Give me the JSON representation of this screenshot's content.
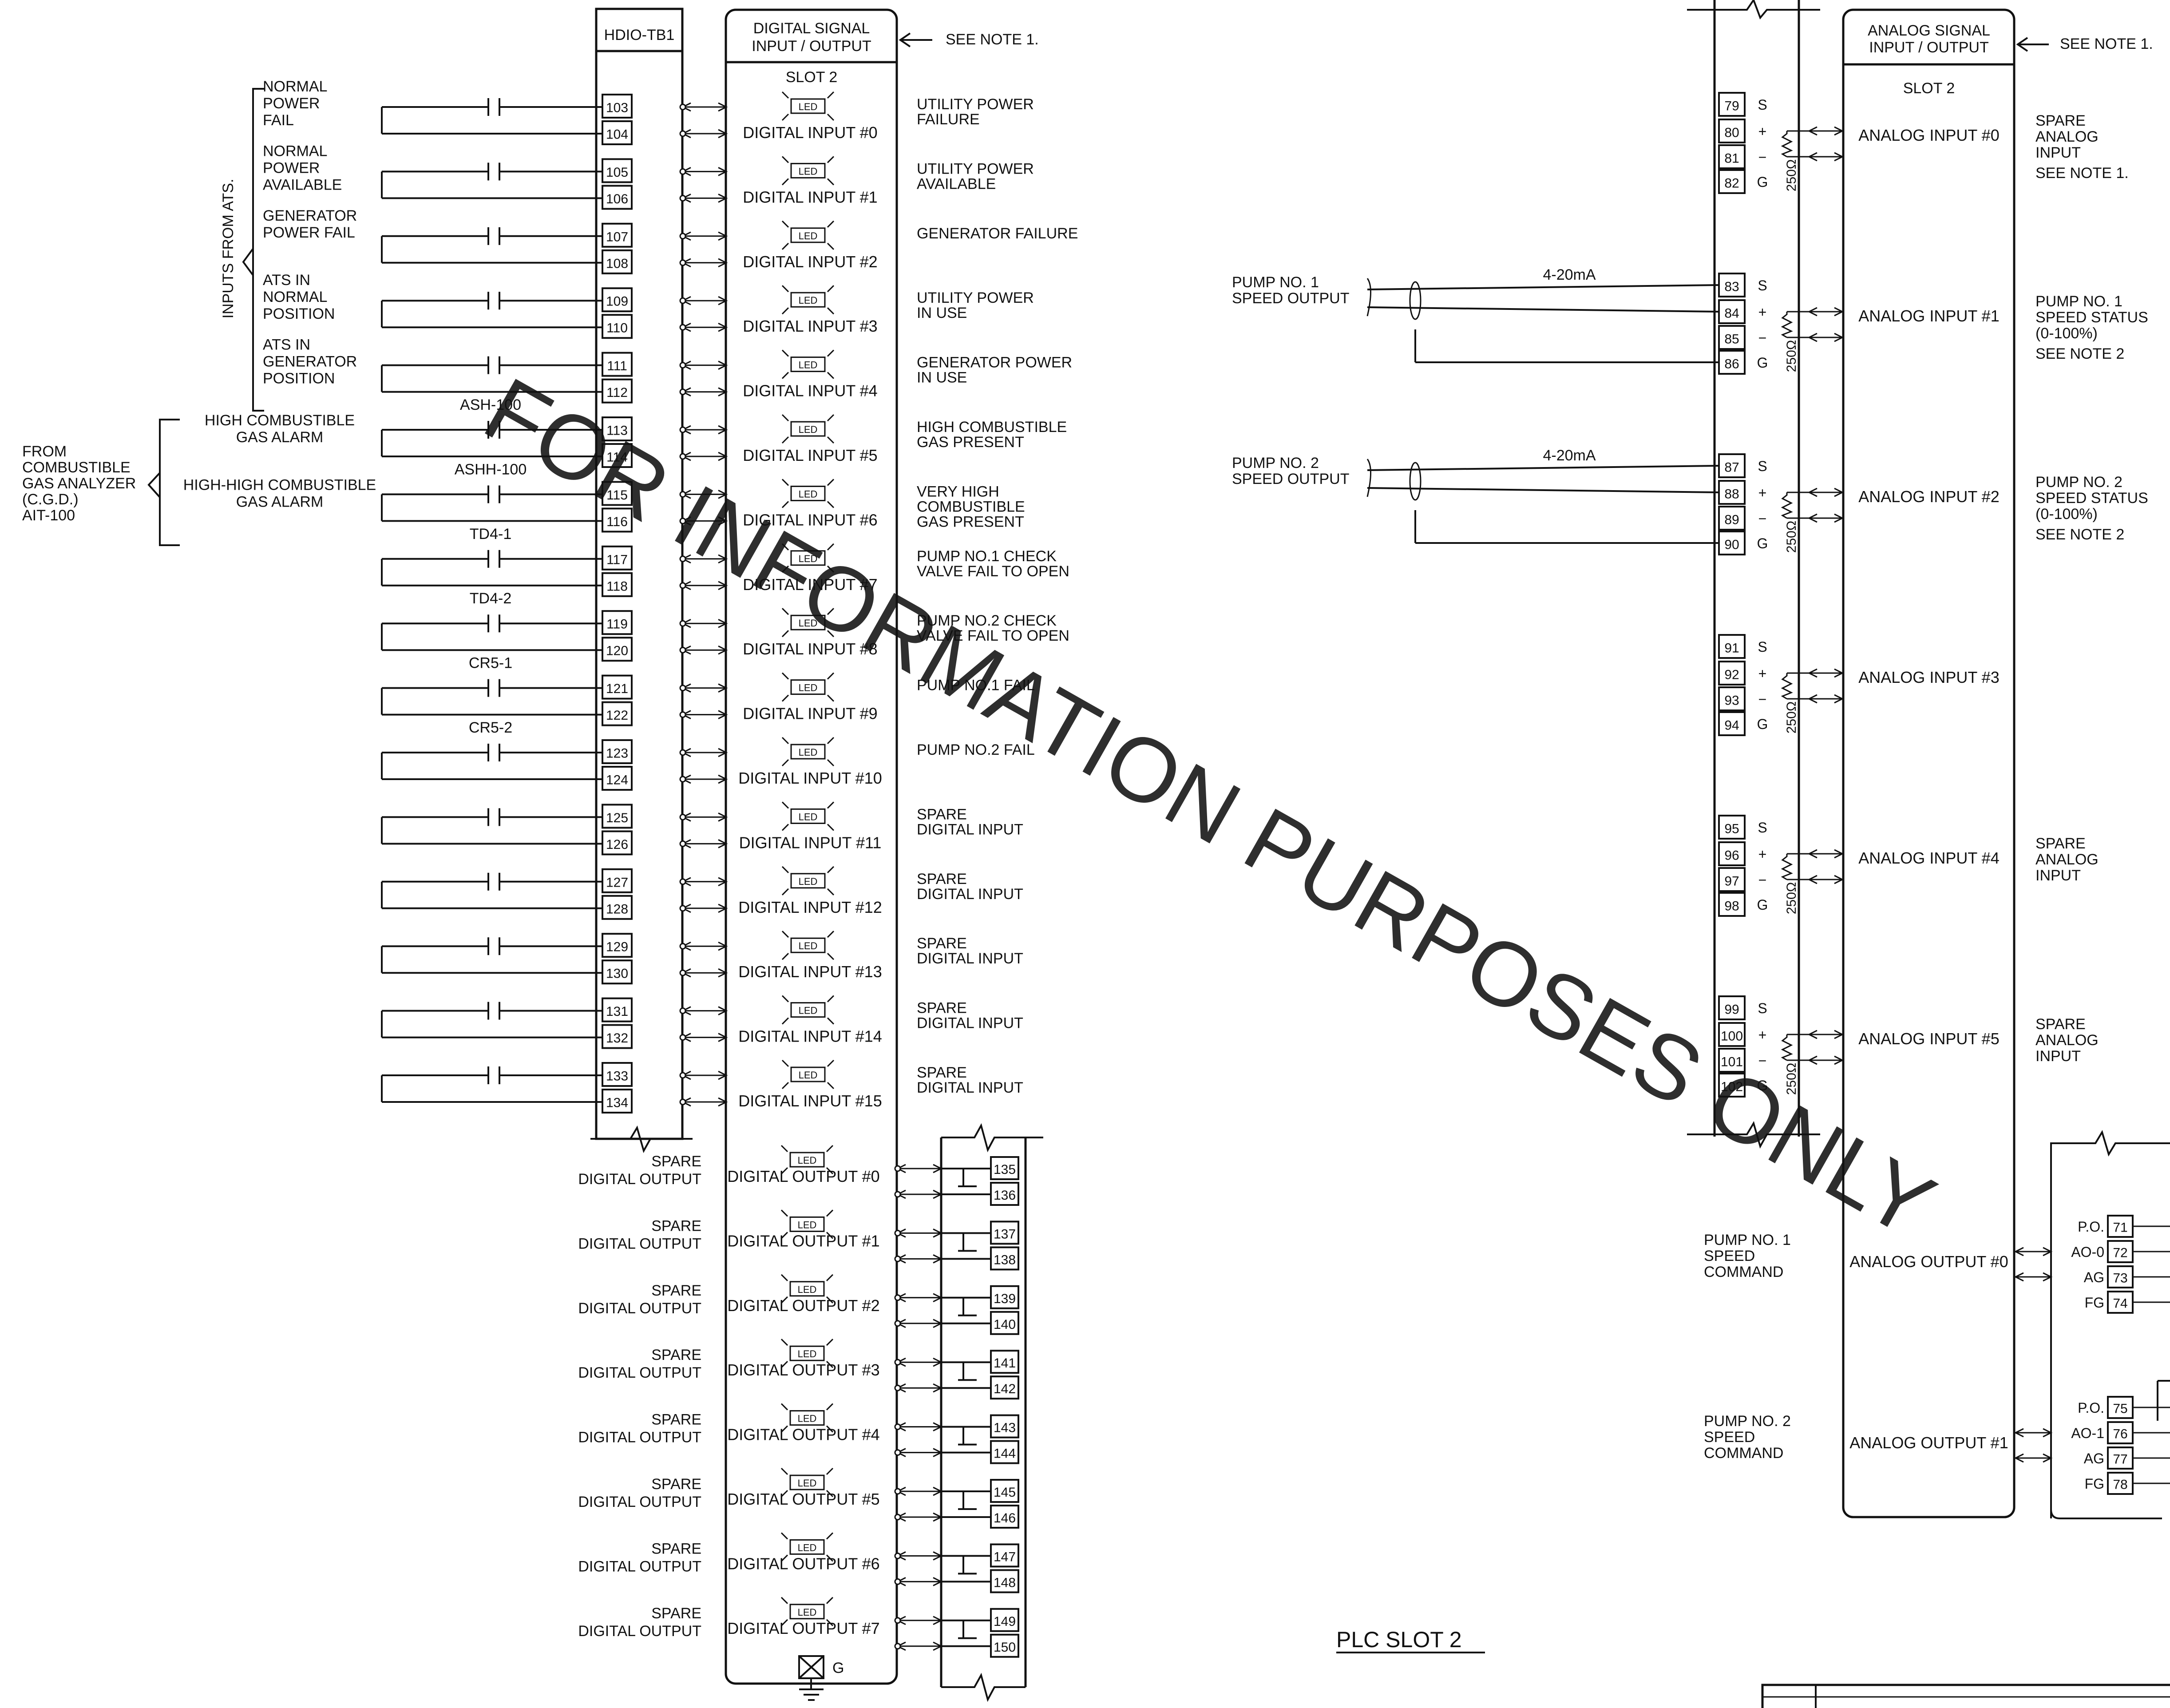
{
  "digital": {
    "terminal_block": "HDIO-TB1",
    "module_title_1": "DIGITAL SIGNAL",
    "module_title_2": "INPUT / OUTPUT",
    "note": "SEE NOTE 1.",
    "slot": "SLOT 2",
    "led_label": "LED",
    "ground_label": "G",
    "inputs_group_label": "INPUTS FROM ATS.",
    "cgd_label": [
      "FROM",
      "COMBUSTIBLE",
      "GAS ANALYZER",
      "(C.G.D.)",
      "AIT-100"
    ],
    "inputs": [
      {
        "ch": "DIGITAL INPUT #0",
        "t": [
          "103",
          "104"
        ],
        "src": [
          "NORMAL",
          "POWER",
          "FAIL"
        ],
        "tag": "",
        "desc": [
          "UTILITY POWER",
          "FAILURE"
        ]
      },
      {
        "ch": "DIGITAL INPUT #1",
        "t": [
          "105",
          "106"
        ],
        "src": [
          "NORMAL",
          "POWER",
          "AVAILABLE"
        ],
        "tag": "",
        "desc": [
          "UTILITY POWER",
          "AVAILABLE"
        ]
      },
      {
        "ch": "DIGITAL INPUT #2",
        "t": [
          "107",
          "108"
        ],
        "src": [
          "GENERATOR",
          "POWER FAIL"
        ],
        "tag": "",
        "desc": [
          "GENERATOR FAILURE"
        ]
      },
      {
        "ch": "DIGITAL INPUT #3",
        "t": [
          "109",
          "110"
        ],
        "src": [
          "ATS IN",
          "NORMAL",
          "POSITION"
        ],
        "tag": "",
        "desc": [
          "UTILITY POWER",
          "IN USE"
        ]
      },
      {
        "ch": "DIGITAL INPUT #4",
        "t": [
          "111",
          "112"
        ],
        "src": [
          "ATS IN",
          "GENERATOR",
          "POSITION"
        ],
        "tag": "",
        "desc": [
          "GENERATOR POWER",
          "IN USE"
        ]
      },
      {
        "ch": "DIGITAL INPUT #5",
        "t": [
          "113",
          "114"
        ],
        "src": [
          "HIGH COMBUSTIBLE",
          "GAS ALARM"
        ],
        "tag": "ASH-100",
        "desc": [
          "HIGH COMBUSTIBLE",
          "GAS PRESENT"
        ]
      },
      {
        "ch": "DIGITAL INPUT #6",
        "t": [
          "115",
          "116"
        ],
        "src": [
          "HIGH-HIGH COMBUSTIBLE",
          "GAS ALARM"
        ],
        "tag": "ASHH-100",
        "desc": [
          "VERY HIGH",
          "COMBUSTIBLE",
          "GAS PRESENT"
        ]
      },
      {
        "ch": "DIGITAL INPUT #7",
        "t": [
          "117",
          "118"
        ],
        "src": [],
        "tag": "TD4-1",
        "desc": [
          "PUMP NO.1 CHECK",
          "VALVE FAIL TO OPEN"
        ]
      },
      {
        "ch": "DIGITAL INPUT #8",
        "t": [
          "119",
          "120"
        ],
        "src": [],
        "tag": "TD4-2",
        "desc": [
          "PUMP NO.2 CHECK",
          "VALVE FAIL TO OPEN"
        ]
      },
      {
        "ch": "DIGITAL INPUT #9",
        "t": [
          "121",
          "122"
        ],
        "src": [],
        "tag": "CR5-1",
        "desc": [
          "PUMP NO.1 FAIL"
        ]
      },
      {
        "ch": "DIGITAL INPUT #10",
        "t": [
          "123",
          "124"
        ],
        "src": [],
        "tag": "CR5-2",
        "desc": [
          "PUMP NO.2 FAIL"
        ]
      },
      {
        "ch": "DIGITAL INPUT #11",
        "t": [
          "125",
          "126"
        ],
        "src": [],
        "tag": "",
        "desc": [
          "SPARE",
          "DIGITAL INPUT"
        ]
      },
      {
        "ch": "DIGITAL INPUT #12",
        "t": [
          "127",
          "128"
        ],
        "src": [],
        "tag": "",
        "desc": [
          "SPARE",
          "DIGITAL INPUT"
        ]
      },
      {
        "ch": "DIGITAL INPUT #13",
        "t": [
          "129",
          "130"
        ],
        "src": [],
        "tag": "",
        "desc": [
          "SPARE",
          "DIGITAL INPUT"
        ]
      },
      {
        "ch": "DIGITAL INPUT #14",
        "t": [
          "131",
          "132"
        ],
        "src": [],
        "tag": "",
        "desc": [
          "SPARE",
          "DIGITAL INPUT"
        ]
      },
      {
        "ch": "DIGITAL INPUT #15",
        "t": [
          "133",
          "134"
        ],
        "src": [],
        "tag": "",
        "desc": [
          "SPARE",
          "DIGITAL INPUT"
        ]
      }
    ],
    "outputs": [
      {
        "ch": "DIGITAL OUTPUT #0",
        "t": [
          "135",
          "136"
        ],
        "desc": [
          "SPARE",
          "DIGITAL OUTPUT"
        ]
      },
      {
        "ch": "DIGITAL OUTPUT #1",
        "t": [
          "137",
          "138"
        ],
        "desc": [
          "SPARE",
          "DIGITAL OUTPUT"
        ]
      },
      {
        "ch": "DIGITAL OUTPUT #2",
        "t": [
          "139",
          "140"
        ],
        "desc": [
          "SPARE",
          "DIGITAL OUTPUT"
        ]
      },
      {
        "ch": "DIGITAL OUTPUT #3",
        "t": [
          "141",
          "142"
        ],
        "desc": [
          "SPARE",
          "DIGITAL OUTPUT"
        ]
      },
      {
        "ch": "DIGITAL OUTPUT #4",
        "t": [
          "143",
          "144"
        ],
        "desc": [
          "SPARE",
          "DIGITAL OUTPUT"
        ]
      },
      {
        "ch": "DIGITAL OUTPUT #5",
        "t": [
          "145",
          "146"
        ],
        "desc": [
          "SPARE",
          "DIGITAL OUTPUT"
        ]
      },
      {
        "ch": "DIGITAL OUTPUT #6",
        "t": [
          "147",
          "148"
        ],
        "desc": [
          "SPARE",
          "DIGITAL OUTPUT"
        ]
      },
      {
        "ch": "DIGITAL OUTPUT #7",
        "t": [
          "149",
          "150"
        ],
        "desc": [
          "SPARE",
          "DIGITAL OUTPUT"
        ]
      }
    ]
  },
  "analog": {
    "module_title_1": "ANALOG SIGNAL",
    "module_title_2": "INPUT / OUTPUT",
    "note": "SEE NOTE 1.",
    "slot": "SLOT 2",
    "resistor": "250Ω",
    "pin_marks": [
      "S",
      "+",
      "−",
      "G"
    ],
    "signal_label": "4-20mA",
    "inputs": [
      {
        "ch": "ANALOG INPUT #0",
        "t": [
          "79",
          "80",
          "81",
          "82"
        ],
        "field": [],
        "desc": [
          "SPARE",
          "ANALOG",
          "INPUT",
          "SEE NOTE 1."
        ]
      },
      {
        "ch": "ANALOG INPUT #1",
        "t": [
          "83",
          "84",
          "85",
          "86"
        ],
        "field": [
          "PUMP NO. 1",
          "SPEED OUTPUT"
        ],
        "desc": [
          "PUMP NO. 1",
          "SPEED STATUS",
          "(0-100%)",
          "SEE NOTE 2"
        ]
      },
      {
        "ch": "ANALOG INPUT #2",
        "t": [
          "87",
          "88",
          "89",
          "90"
        ],
        "field": [
          "PUMP NO. 2",
          "SPEED OUTPUT"
        ],
        "desc": [
          "PUMP NO. 2",
          "SPEED STATUS",
          "(0-100%)",
          "SEE NOTE 2"
        ]
      },
      {
        "ch": "ANALOG INPUT #3",
        "t": [
          "91",
          "92",
          "93",
          "94"
        ],
        "field": [],
        "desc": []
      },
      {
        "ch": "ANALOG INPUT #4",
        "t": [
          "95",
          "96",
          "97",
          "98"
        ],
        "field": [],
        "desc": [
          "SPARE",
          "ANALOG",
          "INPUT"
        ]
      },
      {
        "ch": "ANALOG INPUT #5",
        "t": [
          "99",
          "100",
          "101",
          "102"
        ],
        "field": [],
        "desc": [
          "SPARE",
          "ANALOG",
          "INPUT"
        ]
      }
    ],
    "outputs": [
      {
        "ch": "ANALOG OUTPUT #0",
        "t": [
          "71",
          "72",
          "73",
          "74"
        ],
        "pins": [
          "P.O.",
          "AO-0",
          "AG",
          "FG"
        ],
        "desc": [
          "PUMP NO. 1",
          "SPEED",
          "COMMAND"
        ]
      },
      {
        "ch": "ANALOG OUTPUT #1",
        "t": [
          "75",
          "76",
          "77",
          "78"
        ],
        "pins": [
          "P.O.",
          "AO-1",
          "AG",
          "FG"
        ],
        "desc": [
          "PUMP NO. 2",
          "SPEED",
          "COMMAND"
        ]
      }
    ]
  },
  "sheet_title": "PLC SLOT 2",
  "watermark": "FOR INFORMATION PURPOSES ONLY"
}
